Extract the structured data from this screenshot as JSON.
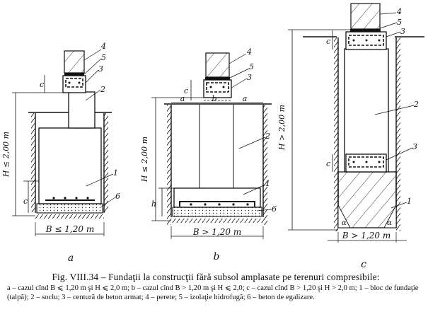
{
  "panels": {
    "a": {
      "letter": "a",
      "height_label": "H ≤ 2,00 m",
      "width_label": "B ≤ 1,20 m",
      "dim_c": "c",
      "callouts": [
        "4",
        "5",
        "3",
        "2",
        "1",
        "6"
      ]
    },
    "b": {
      "letter": "b",
      "height_label": "H ≤ 2,00 m",
      "width_label": "B > 1,20 m",
      "dim_c": "c",
      "dim_h": "h",
      "top_labels": [
        "a",
        "b",
        "a"
      ],
      "callouts": [
        "4",
        "5",
        "3",
        "2",
        "1",
        "6"
      ]
    },
    "c": {
      "letter": "c",
      "height_label": "H > 2,00 m",
      "width_label": "B > 1,20 m",
      "dim_c_top": "c",
      "dim_c_bottom": "c",
      "angle_label": "α",
      "callouts": [
        "4",
        "5",
        "3",
        "2",
        "3",
        "1"
      ]
    }
  },
  "caption": {
    "title": "Fig. VIII.34 – Fundaţii la construcţii fără subsol amplasate pe terenuri compresibile:",
    "body": "a – cazul cînd B ⩽ 1,20 m şi H ⩽ 2,0 m; b – cazul cînd B > 1,20 m şi H ⩽ 2,0; c – cazul cînd B > 1,20 şi H > 2,0 m; 1 – bloc de fundaţie (talpă); 2 – soclu; 3 – centură de beton armat; 4 – perete; 5 – izolaţie hidrofugă; 6 – beton de egalizare."
  }
}
